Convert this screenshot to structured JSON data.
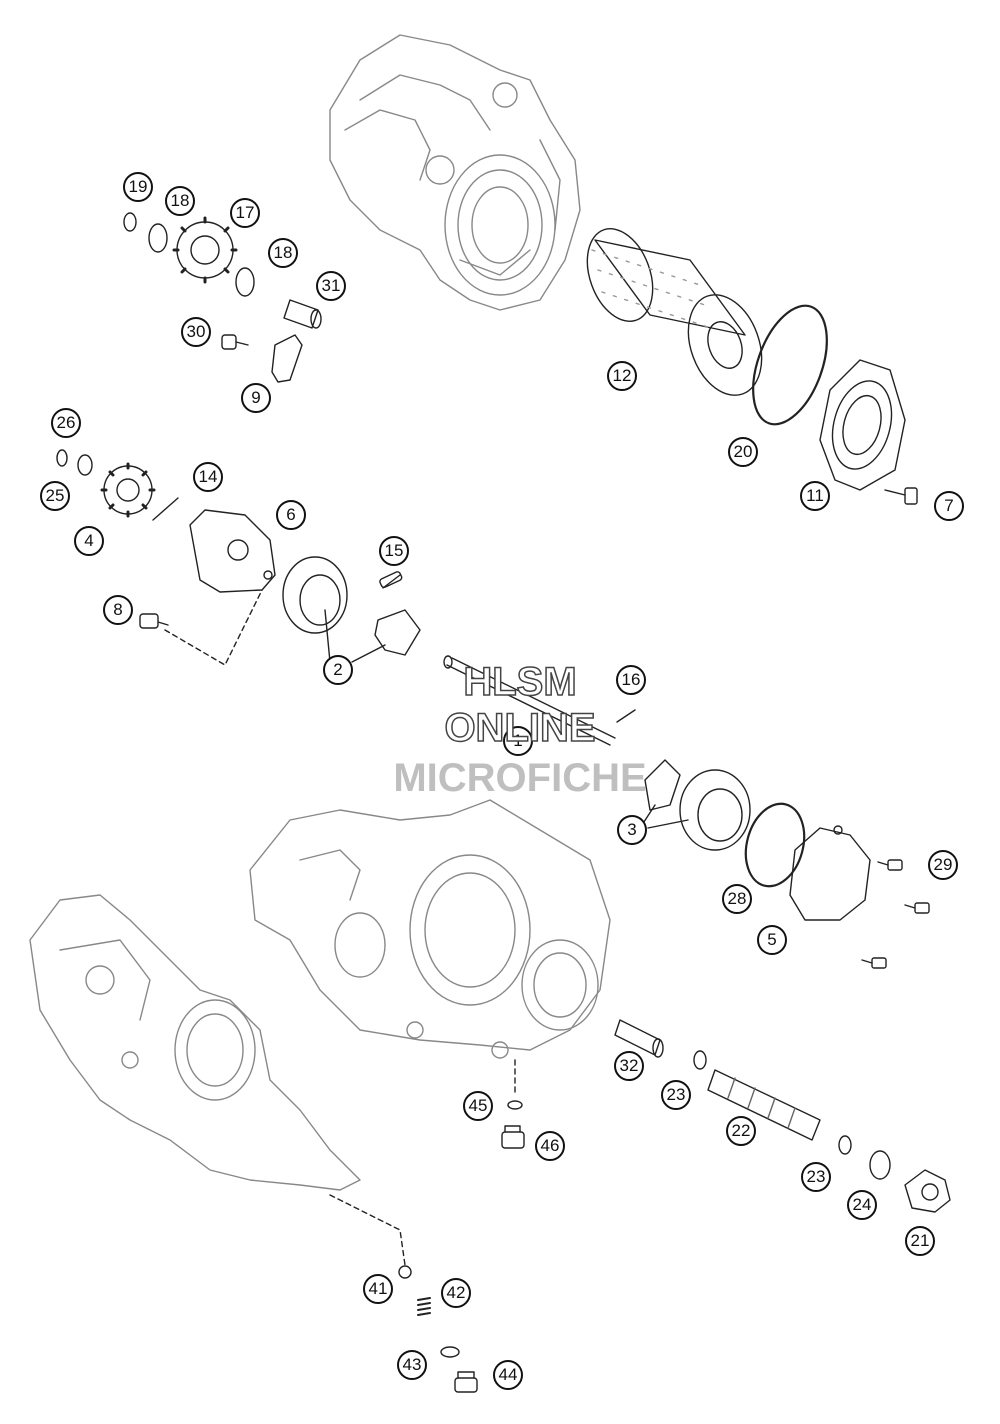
{
  "diagram": {
    "watermark": {
      "line1": "HLSM",
      "line2": "ONLINE",
      "line3": "MICROFICHE"
    },
    "callouts": [
      {
        "id": "c19",
        "label": "19"
      },
      {
        "id": "c18a",
        "label": "18"
      },
      {
        "id": "c17",
        "label": "17"
      },
      {
        "id": "c18b",
        "label": "18"
      },
      {
        "id": "c31",
        "label": "31"
      },
      {
        "id": "c30",
        "label": "30"
      },
      {
        "id": "c9",
        "label": "9"
      },
      {
        "id": "c12",
        "label": "12"
      },
      {
        "id": "c20",
        "label": "20"
      },
      {
        "id": "c11",
        "label": "11"
      },
      {
        "id": "c7",
        "label": "7"
      },
      {
        "id": "c26",
        "label": "26"
      },
      {
        "id": "c25",
        "label": "25"
      },
      {
        "id": "c14",
        "label": "14"
      },
      {
        "id": "c6",
        "label": "6"
      },
      {
        "id": "c4",
        "label": "4"
      },
      {
        "id": "c15",
        "label": "15"
      },
      {
        "id": "c8",
        "label": "8"
      },
      {
        "id": "c2",
        "label": "2"
      },
      {
        "id": "c16",
        "label": "16"
      },
      {
        "id": "c1",
        "label": "1"
      },
      {
        "id": "c3",
        "label": "3"
      },
      {
        "id": "c29",
        "label": "29"
      },
      {
        "id": "c28",
        "label": "28"
      },
      {
        "id": "c5",
        "label": "5"
      },
      {
        "id": "c32",
        "label": "32"
      },
      {
        "id": "c23a",
        "label": "23"
      },
      {
        "id": "c45",
        "label": "45"
      },
      {
        "id": "c22",
        "label": "22"
      },
      {
        "id": "c46",
        "label": "46"
      },
      {
        "id": "c23b",
        "label": "23"
      },
      {
        "id": "c24",
        "label": "24"
      },
      {
        "id": "c21",
        "label": "21"
      },
      {
        "id": "c41",
        "label": "41"
      },
      {
        "id": "c42",
        "label": "42"
      },
      {
        "id": "c43",
        "label": "43"
      },
      {
        "id": "c44",
        "label": "44"
      }
    ]
  }
}
